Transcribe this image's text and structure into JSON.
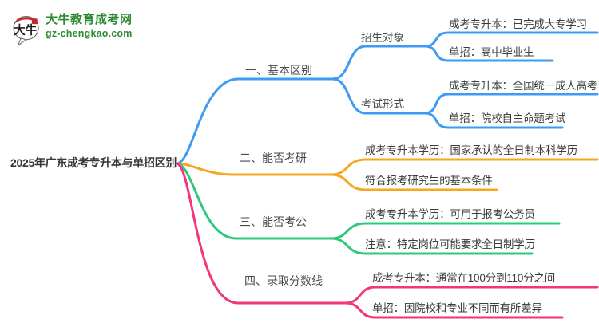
{
  "logo": {
    "site_name": "大牛教育成考网",
    "site_url": "gz-chengkao.com",
    "icon_text": "大牛",
    "brand_green": "#2e8b33",
    "icon_red": "#c5282f"
  },
  "mindmap": {
    "root": {
      "label": "2025年广东成考专升本与单招区别"
    },
    "branches": [
      {
        "label": "一、基本区别",
        "color": "#3e9bf4",
        "children": [
          {
            "label": "招生对象",
            "children": [
              {
                "label": "成考专升本：已完成大专学习"
              },
              {
                "label": "单招：高中毕业生"
              }
            ]
          },
          {
            "label": "考试形式",
            "children": [
              {
                "label": "成考专升本：全国统一成人高考"
              },
              {
                "label": "单招：院校自主命题考试"
              }
            ]
          }
        ]
      },
      {
        "label": "二、能否考研",
        "color": "#f5a623",
        "children": [
          {
            "label": "成考专升本学历：国家承认的全日制本科学历"
          },
          {
            "label": "符合报考研究生的基本条件"
          }
        ]
      },
      {
        "label": "三、能否考公",
        "color": "#2fc97e",
        "children": [
          {
            "label": "成考专升本学历：可用于报考公务员"
          },
          {
            "label": "注意：特定岗位可能要求全日制学历"
          }
        ]
      },
      {
        "label": "四、录取分数线",
        "color": "#f1367d",
        "children": [
          {
            "label": "成考专升本：通常在100分到110分之间"
          },
          {
            "label": "单招：因院校和专业不同而有所差异"
          }
        ]
      }
    ]
  }
}
